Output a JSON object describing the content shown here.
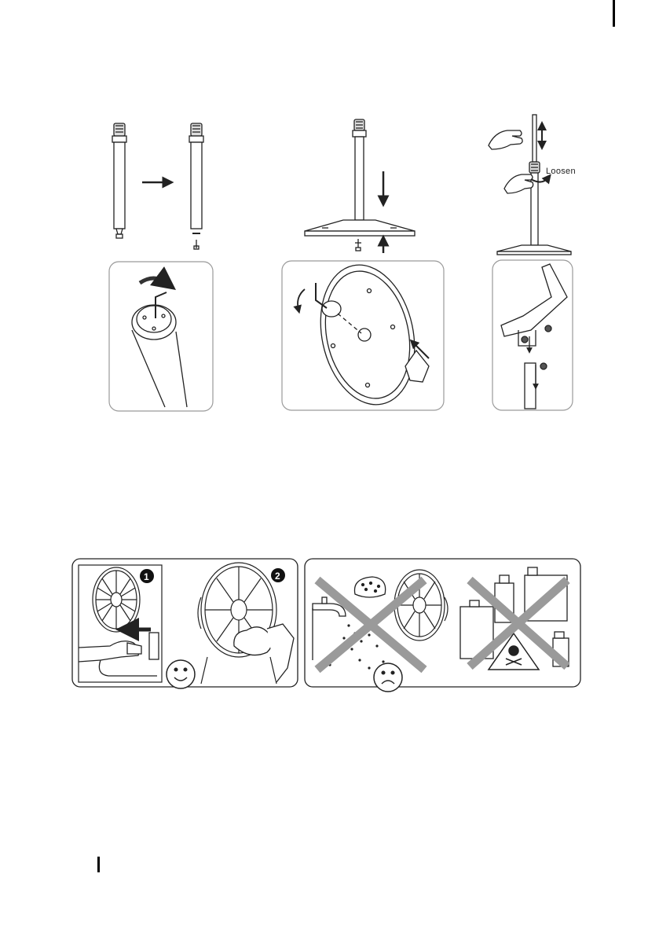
{
  "assembly": {
    "loosen_label": "Loosen"
  },
  "cleaning": {
    "step1_number": "1",
    "step2_number": "2"
  },
  "icons": [
    "pole-icon",
    "arrow-right-icon",
    "base-plate-icon",
    "hand-icon",
    "screw-icon",
    "fan-icon",
    "plug-icon",
    "cloth-icon",
    "tap-icon",
    "sponge-icon",
    "cross-icon",
    "bottle-icon",
    "poison-warning-icon",
    "smiley-happy-icon",
    "smiley-sad-icon"
  ],
  "colors": {
    "line": "#222222",
    "panel_border": "#9a9a9a",
    "cross": "#9a9a9a",
    "number_bg": "#111111"
  }
}
